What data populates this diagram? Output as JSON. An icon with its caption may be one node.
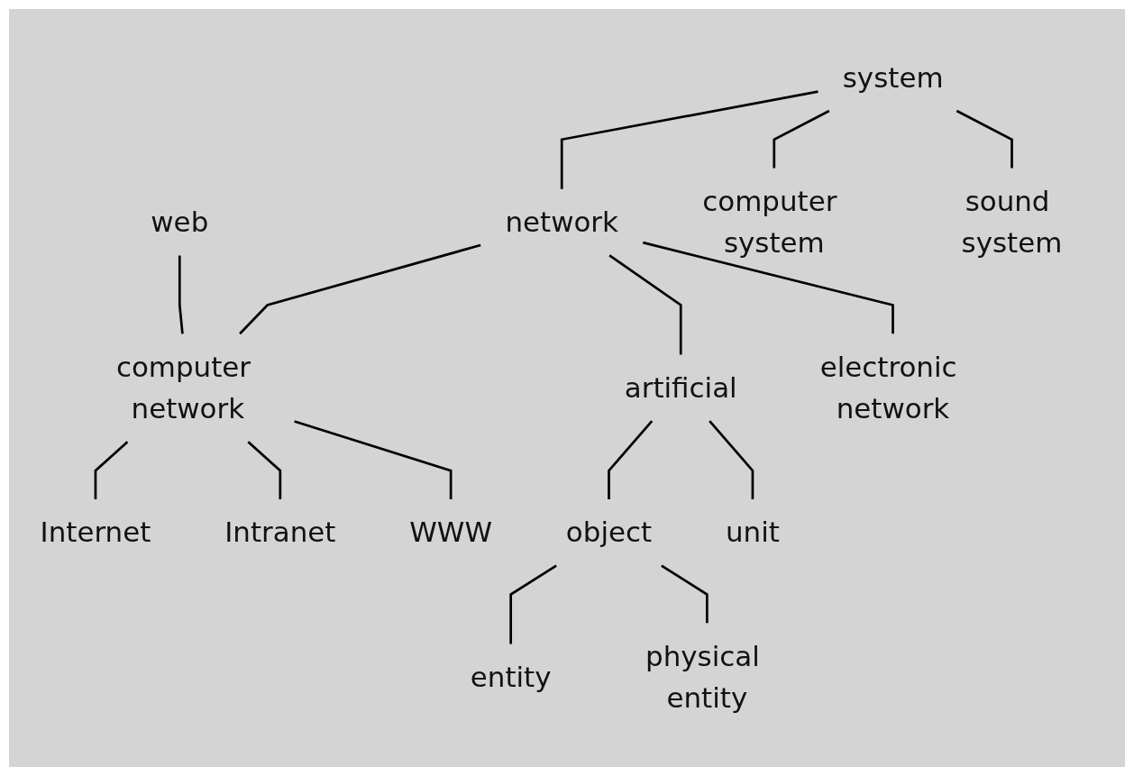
{
  "diagram": {
    "nodes": [
      {
        "text": [
          "system"
        ]
      },
      {
        "text": [
          "web"
        ]
      },
      {
        "text": [
          "sound system"
        ]
      },
      {
        "text": [
          "computer system"
        ]
      },
      {
        "text": [
          "network"
        ]
      },
      {
        "text": [
          "electronic network"
        ]
      },
      {
        "text": [
          "computer network"
        ]
      },
      {
        "text": [
          "artificial"
        ]
      },
      {
        "text": [
          "Internet"
        ]
      },
      {
        "text": [
          "Intranet"
        ]
      },
      {
        "text": [
          "WWW"
        ]
      },
      {
        "text": [
          "object"
        ]
      },
      {
        "text": [
          "unit"
        ]
      },
      {
        "text": [
          "entity"
        ]
      },
      {
        "text": [
          "physical entity"
        ]
      }
    ],
    "edges": [
      {
        "from": 0,
        "to": 4,
        "arrow": "none"
      },
      {
        "from": 0,
        "to": 3,
        "arrow": "none"
      },
      {
        "from": 0,
        "to": 2,
        "arrow": "none"
      },
      {
        "from": 1,
        "to": 6,
        "arrow": "none"
      },
      {
        "from": 4,
        "to": 6,
        "arrow": "none"
      },
      {
        "from": 4,
        "to": 7,
        "arrow": "none"
      },
      {
        "from": 4,
        "to": 5,
        "arrow": "none"
      },
      {
        "from": 6,
        "to": 8,
        "arrow": "none"
      },
      {
        "from": 6,
        "to": 9,
        "arrow": "none"
      },
      {
        "from": 6,
        "to": 10,
        "arrow": "none"
      },
      {
        "from": 7,
        "to": 11,
        "arrow": "none"
      },
      {
        "from": 7,
        "to": 12,
        "arrow": "none"
      },
      {
        "from": 11,
        "to": 13,
        "arrow": "none"
      },
      {
        "from": 11,
        "to": 14,
        "arrow": "none"
      }
    ]
  }
}
